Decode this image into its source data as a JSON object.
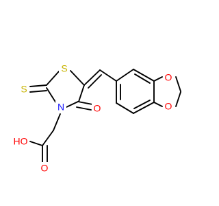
{
  "molecule": {
    "atoms": {
      "s_ring": {
        "label": "S",
        "color": "#c8b400"
      },
      "s_thione": {
        "label": "S",
        "color": "#c8b400"
      },
      "n_ring": {
        "label": "N",
        "color": "#2020ff"
      },
      "o_ketone": {
        "label": "O",
        "color": "#ff0000"
      },
      "o_acid_carbonyl": {
        "label": "O",
        "color": "#ff0000"
      },
      "o_hydroxyl": {
        "label": "HO",
        "color": "#ff0000"
      },
      "o_dioxole_top": {
        "label": "O",
        "color": "#ff0000"
      },
      "o_dioxole_bottom": {
        "label": "O",
        "color": "#ff0000"
      }
    },
    "bond_color": "#000000",
    "background": "#ffffff"
  }
}
